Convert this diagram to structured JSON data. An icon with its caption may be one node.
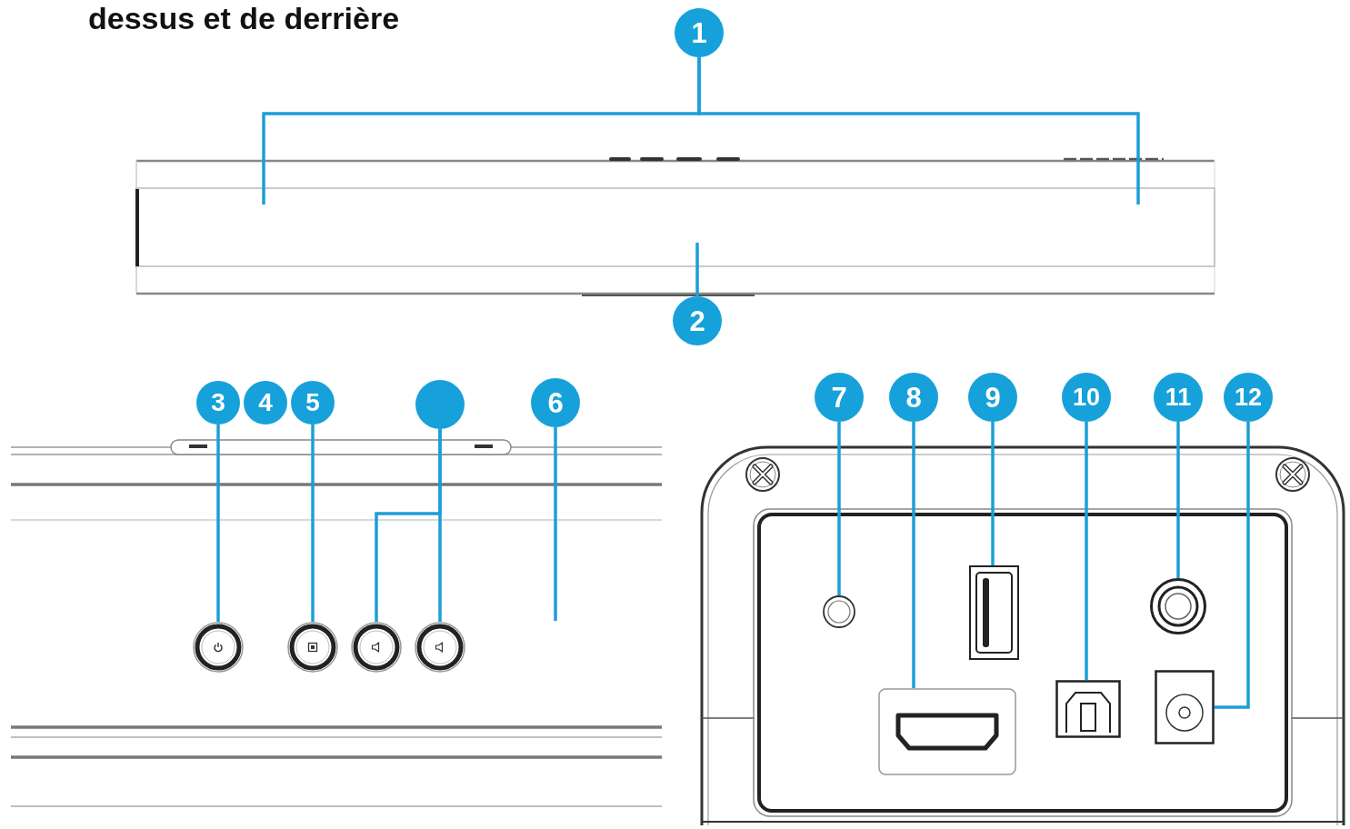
{
  "diagram": {
    "title": "dessus et de derrière",
    "nodes": [
      {
        "text": [
          "1"
        ]
      },
      {
        "text": [
          "2"
        ]
      },
      {
        "text": [
          "3"
        ]
      },
      {
        "text": [
          "4"
        ]
      },
      {
        "text": [
          "5"
        ]
      },
      {
        "text": [],
        "shape": "circle"
      },
      {
        "text": [
          "6"
        ]
      },
      {
        "text": [
          "7"
        ]
      },
      {
        "text": [
          "8"
        ]
      },
      {
        "text": [
          "9"
        ]
      },
      {
        "text": [
          "10"
        ]
      },
      {
        "text": [
          "11"
        ]
      },
      {
        "text": [
          "12"
        ]
      },
      {
        "text": [],
        "shape": "circle"
      },
      {
        "text": [],
        "shape": "circle"
      },
      {
        "text": [],
        "shape": "circle"
      },
      {
        "text": [],
        "shape": "circle"
      },
      {
        "text": [],
        "shape": "circle"
      },
      {
        "text": [],
        "shape": "box"
      },
      {
        "text": [],
        "shape": "box"
      },
      {
        "text": [],
        "shape": "box"
      },
      {
        "text": [],
        "shape": "circle"
      },
      {
        "text": [],
        "shape": "box"
      },
      {
        "text": [],
        "shape": "picture"
      }
    ],
    "edges": [
      {
        "from": 0,
        "to": 23,
        "arrow": "none"
      },
      {
        "from": 0,
        "to": 23,
        "arrow": "none"
      },
      {
        "from": 1,
        "to": 23,
        "arrow": "none"
      },
      {
        "from": 2,
        "to": 13,
        "arrow": "none"
      },
      {
        "from": 4,
        "to": 14,
        "arrow": "none"
      },
      {
        "from": 5,
        "to": 15,
        "arrow": "none"
      },
      {
        "from": 5,
        "to": 16,
        "arrow": "none"
      },
      {
        "from": 6,
        "to": null,
        "arrow": "none"
      },
      {
        "from": 7,
        "to": 17,
        "arrow": "none"
      },
      {
        "from": 8,
        "to": 18,
        "arrow": "none"
      },
      {
        "from": 9,
        "to": 19,
        "arrow": "none"
      },
      {
        "from": 10,
        "to": 20,
        "arrow": "none"
      },
      {
        "from": 11,
        "to": 21,
        "arrow": "none"
      },
      {
        "from": 12,
        "to": 22,
        "arrow": "none"
      }
    ]
  }
}
